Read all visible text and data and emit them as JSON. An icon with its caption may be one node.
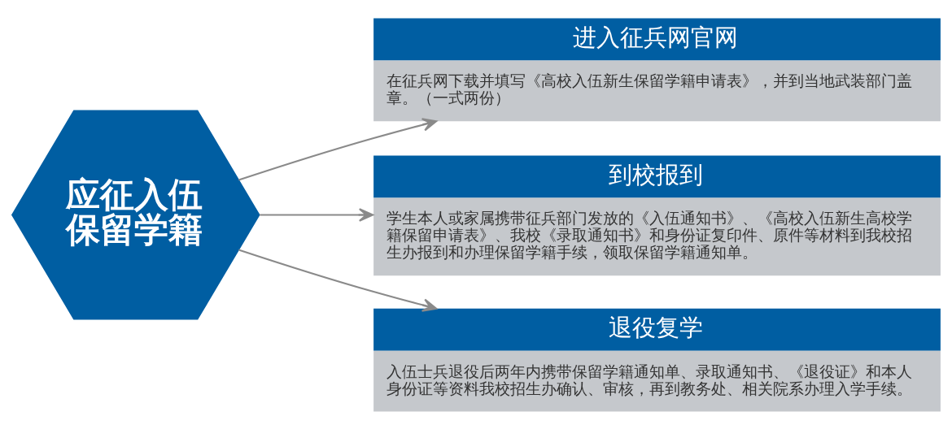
{
  "diagram": {
    "nodes": [
      {
        "text": [
          "应征入伍保留学籍"
        ]
      },
      {
        "text": [
          "进入征兵网官网",
          "在征兵网下载并填写《高校入伍新生保留学籍申请表》，并到当地武装部门盖章。（一式两份）"
        ]
      },
      {
        "text": [
          "到校报到",
          "学生本人或家属携带征兵部门发放的《入伍通知书》、《高校入伍新生高校学籍保留申请表》、我校《录取通知书》和身份证复印件、原件等材料到我校招生办报到和办理保留学籍手续，领取保留学籍通知单。"
        ]
      },
      {
        "text": [
          "退役复学",
          "入伍士兵退役后两年内携带保留学籍通知单、录取通知书、《退役证》和本人身份证等资料我校招生办确认、审核，再到教务处、相关院系办理入学手续。"
        ]
      }
    ],
    "edges": [
      {
        "from": 0,
        "to": 1,
        "arrow": "to"
      },
      {
        "from": 0,
        "to": 2,
        "arrow": "to"
      },
      {
        "from": 0,
        "to": 3,
        "arrow": "to"
      }
    ]
  }
}
